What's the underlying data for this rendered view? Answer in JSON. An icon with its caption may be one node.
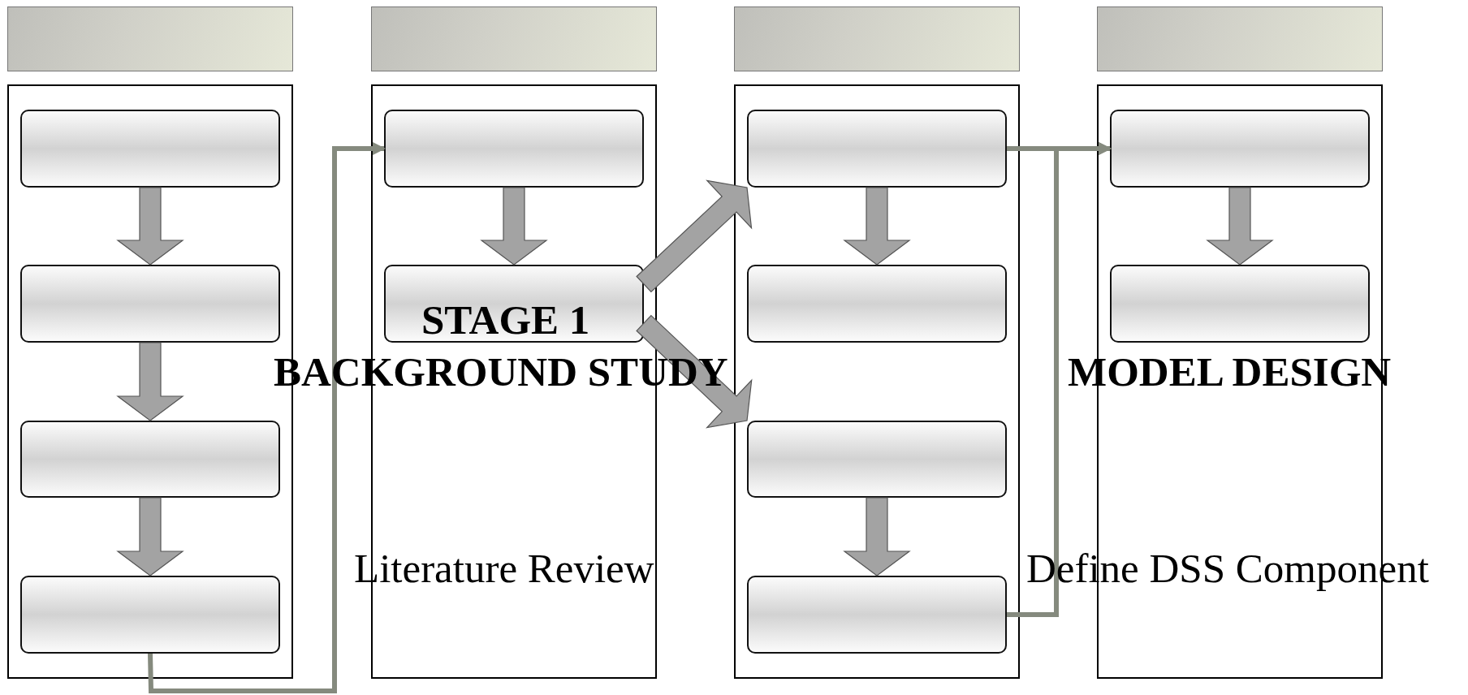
{
  "diagram": {
    "nodes": [
      {
        "text": [],
        "shape": "box"
      },
      {
        "text": [],
        "shape": "box"
      },
      {
        "text": [],
        "shape": "box"
      },
      {
        "text": [],
        "shape": "box"
      },
      {
        "text": [],
        "shape": "box"
      },
      {
        "text": [],
        "shape": "box",
        "in": 4
      },
      {
        "text": [],
        "shape": "box",
        "in": 4
      },
      {
        "text": [],
        "shape": "box",
        "in": 4
      },
      {
        "text": [],
        "shape": "box",
        "in": 4
      },
      {
        "text": [],
        "shape": "box"
      },
      {
        "text": [],
        "shape": "box",
        "in": 9
      },
      {
        "text": [],
        "shape": "box",
        "in": 9
      },
      {
        "text": [],
        "shape": "box"
      },
      {
        "text": [],
        "shape": "box",
        "in": 12
      },
      {
        "text": [],
        "shape": "box",
        "in": 12
      },
      {
        "text": [],
        "shape": "box",
        "in": 12
      },
      {
        "text": [],
        "shape": "box",
        "in": 12
      },
      {
        "text": [],
        "shape": "box"
      },
      {
        "text": [],
        "shape": "box",
        "in": 17
      },
      {
        "text": [],
        "shape": "box",
        "in": 17
      }
    ],
    "edges": [
      {
        "from": 5,
        "to": 6,
        "arrow": "to"
      },
      {
        "from": 6,
        "to": 7,
        "arrow": "to"
      },
      {
        "from": 7,
        "to": 8,
        "arrow": "to"
      },
      {
        "from": 10,
        "to": 11,
        "arrow": "to"
      },
      {
        "from": 13,
        "to": 14,
        "arrow": "to"
      },
      {
        "from": 15,
        "to": 16,
        "arrow": "to"
      },
      {
        "from": 18,
        "to": 19,
        "arrow": "to"
      },
      {
        "from": 11,
        "to": 13,
        "arrow": "to"
      },
      {
        "from": 11,
        "to": 15,
        "arrow": "to"
      },
      {
        "from": 8,
        "to": 10,
        "arrow": "to",
        "color": "#858a7e"
      },
      {
        "from": 13,
        "to": 18,
        "arrow": "to",
        "color": "#858a7e"
      },
      {
        "from": 16,
        "to": 18,
        "arrow": "to",
        "color": "#858a7e"
      }
    ],
    "labels": [
      "STAGE 1",
      "BACKGROUND STUDY",
      "MODEL DESIGN",
      "Literature Review",
      "Define DSS Component"
    ]
  }
}
